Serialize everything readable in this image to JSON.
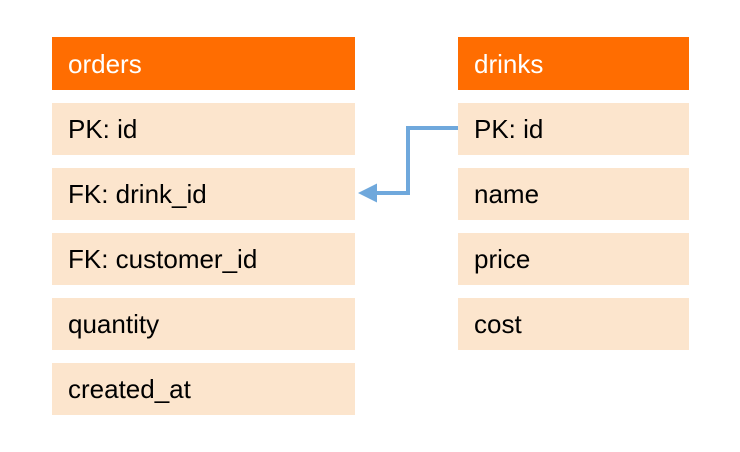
{
  "diagram": {
    "tables": [
      {
        "name": "orders",
        "columns": [
          "PK: id",
          "FK: drink_id",
          "FK: customer_id",
          "quantity",
          "created_at"
        ]
      },
      {
        "name": "drinks",
        "columns": [
          "PK: id",
          "name",
          "price",
          "cost"
        ]
      }
    ],
    "relationship": {
      "from": "drinks.PK: id",
      "to": "orders.FK: drink_id",
      "color": "#6fa8dc"
    },
    "colors": {
      "header_bg": "#ff6d01",
      "header_text": "#ffffff",
      "row_bg": "#fce5cd",
      "row_text": "#000000",
      "canvas_bg": "#ffffff"
    }
  }
}
